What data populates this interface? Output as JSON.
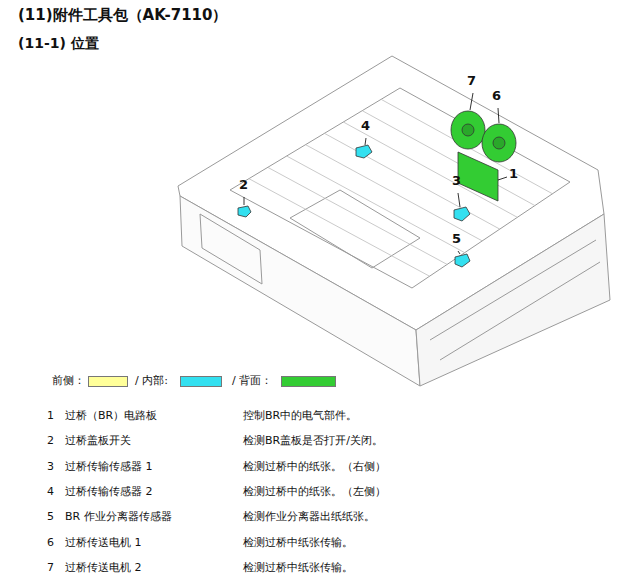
{
  "diagram": {
    "title": "(11)附件工具包（AK-7110）",
    "labels": [
      "(11-1) 位置",
      "7",
      "6",
      "4",
      "1",
      "2",
      "3",
      "5",
      "1",
      "过桥（BR）电路板",
      "控制BR中的电气部件。",
      "2",
      "过桥盖板开关",
      "检测BR盖板是否打开/关闭。",
      "3",
      "过桥传输传感器 1",
      "检测过桥中的纸张。（右侧）",
      "4",
      "过桥传输传感器 2",
      "检测过桥中的纸张。（左侧）",
      "5",
      "BR 作业分离器传感器",
      "检测作业分离器出纸纸张。",
      "6",
      "过桥传送电机 1",
      "检测过桥中纸张传输。",
      "7",
      "过桥传送电机 2",
      "检测过桥中纸张传输。"
    ],
    "legend": [
      {
        "text": "前侧：",
        "color": "#ffff99"
      },
      {
        "text": "/ 内部:",
        "color": "#33e0f0"
      },
      {
        "text": "/ 背面：",
        "color": "#33cc33"
      }
    ]
  }
}
